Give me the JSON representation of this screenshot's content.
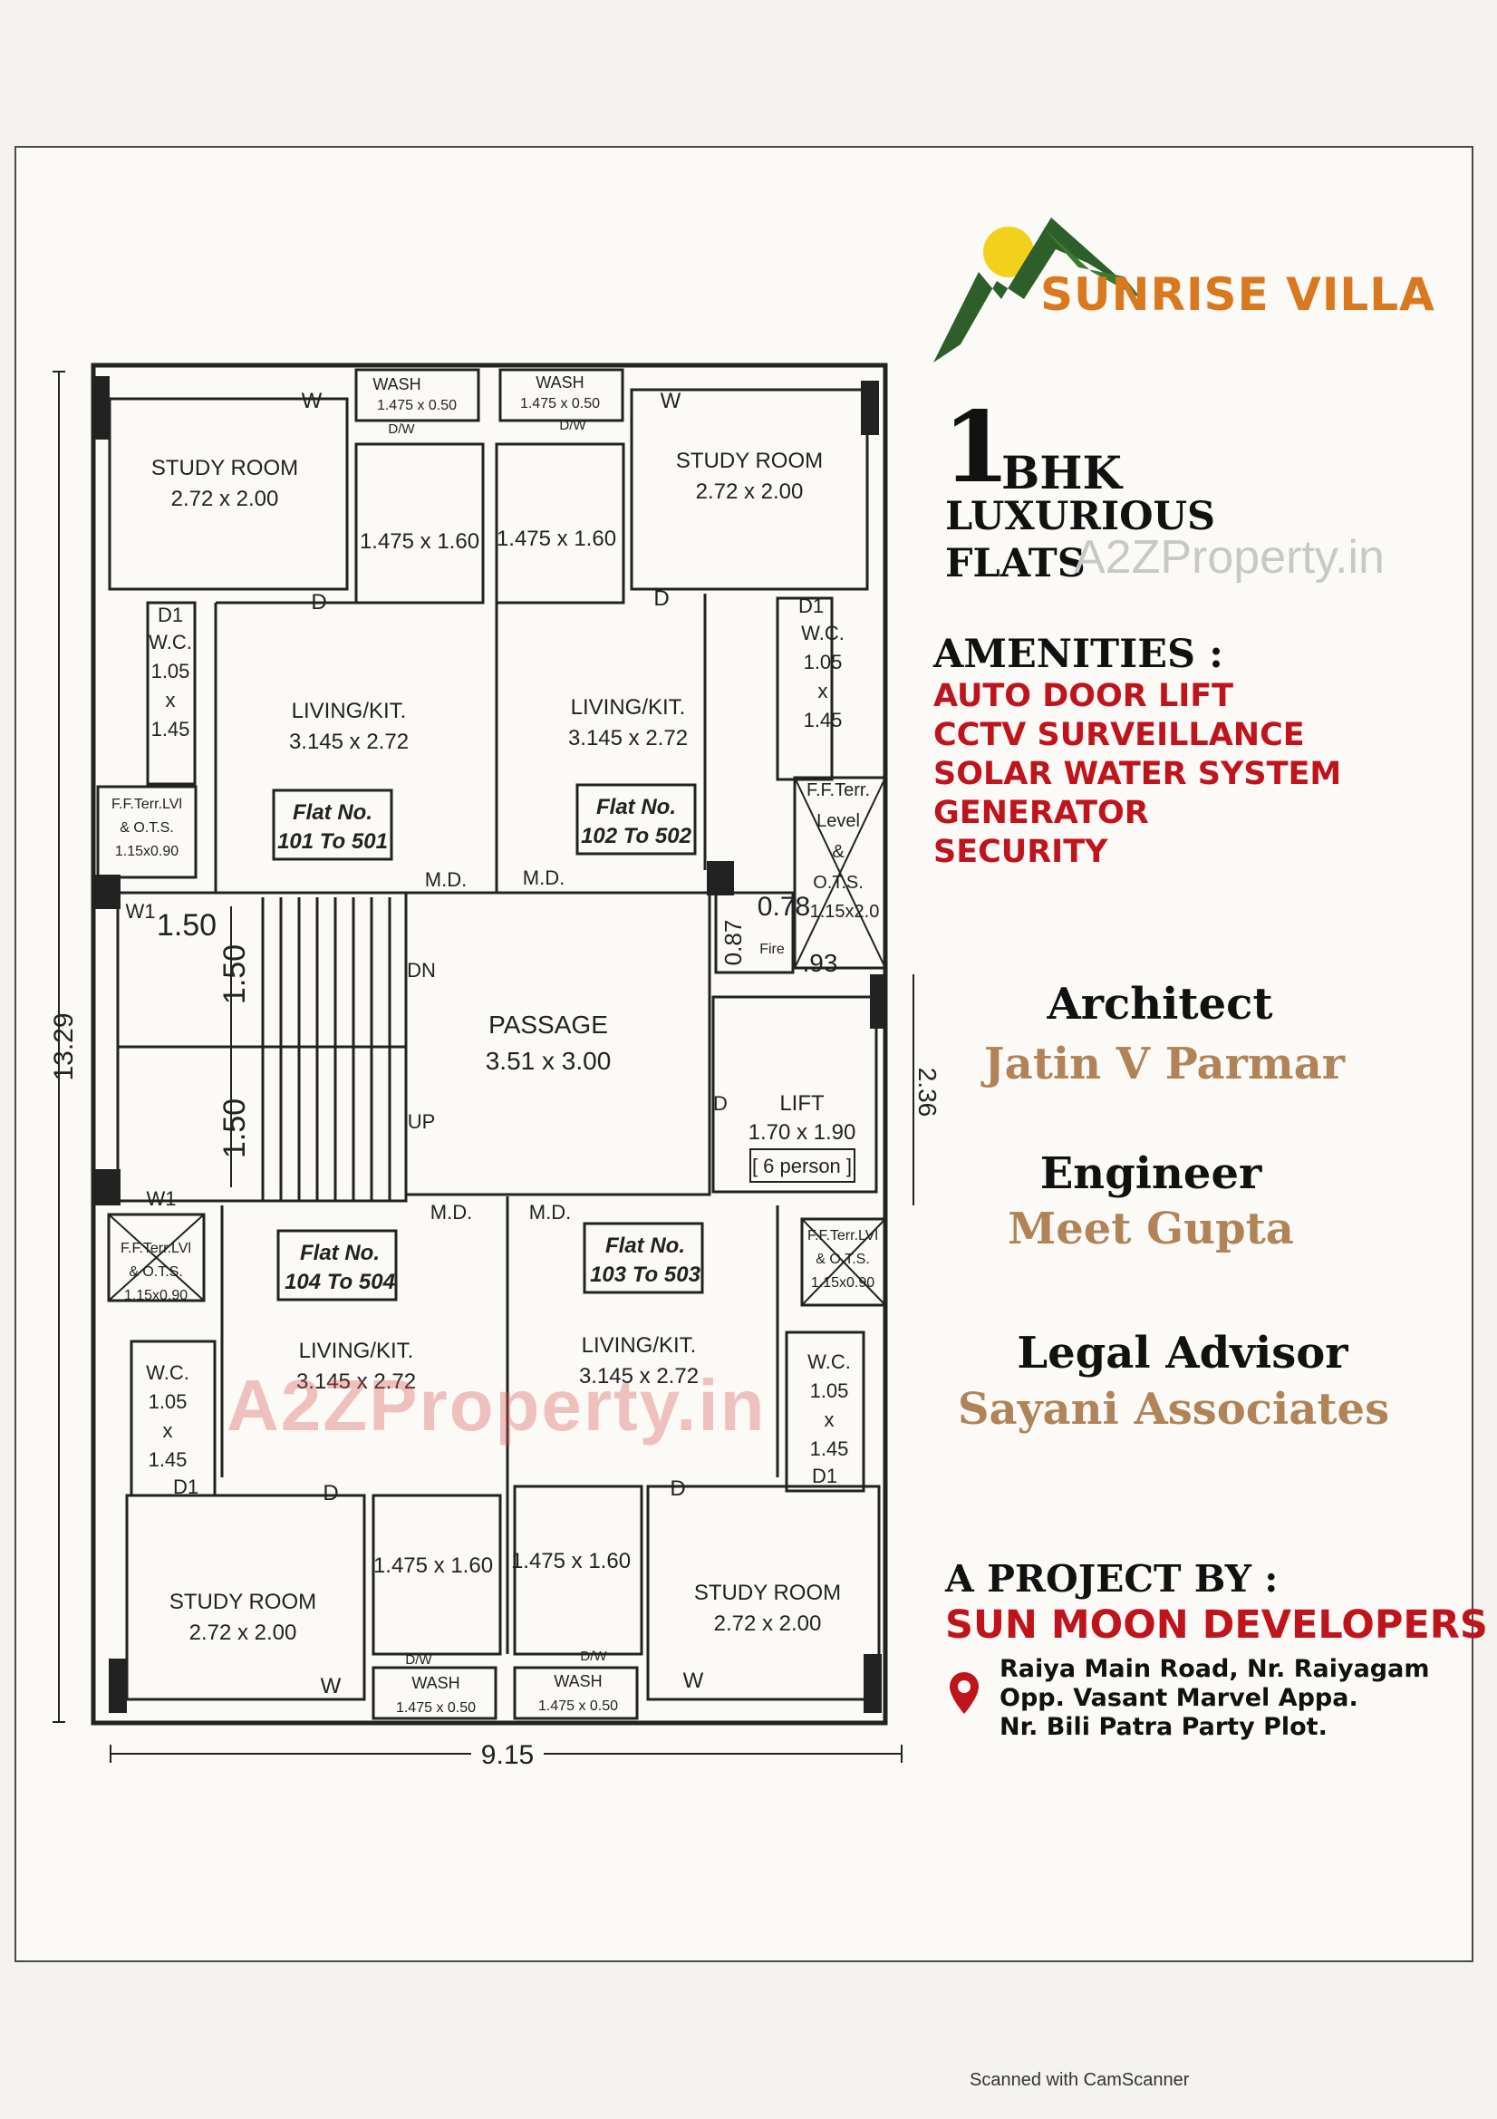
{
  "brand": {
    "name": "SUNRISE VILLA",
    "colors": {
      "logo_orange": "#d9781e",
      "logo_green": "#2e5e2a",
      "sun_yellow": "#f2d11c"
    }
  },
  "title": {
    "number": "1",
    "type": "BHK",
    "line2": "LUXURIOUS",
    "line3": "FLATS"
  },
  "watermark": "A2ZProperty.in",
  "amenities": {
    "heading": "AMENITIES :",
    "items": [
      "AUTO DOOR LIFT",
      "CCTV SURVEILLANCE",
      "SOLAR WATER SYSTEM",
      "GENERATOR",
      "SECURITY"
    ]
  },
  "team": [
    {
      "role": "Architect",
      "name": "Jatin V Parmar"
    },
    {
      "role": "Engineer",
      "name": "Meet Gupta"
    },
    {
      "role": "Legal Advisor",
      "name": "Sayani Associates"
    }
  ],
  "project": {
    "label": "A PROJECT BY :",
    "developer": "SUN MOON DEVELOPERS",
    "address": [
      "Raiya Main Road, Nr. Raiyagam",
      "Opp. Vasant Marvel Appa.",
      "Nr. Bili Patra Party Plot."
    ],
    "icon": "location-pin-icon"
  },
  "footer": "Scanned with CamScanner",
  "plan": {
    "overall_width": "9.15",
    "overall_height": "13.29",
    "lift_dim": "2.36",
    "wash": {
      "label": "WASH",
      "size": "1.475 x 0.50"
    },
    "dw": "D/W",
    "bath": "1.475 x 1.60",
    "study": {
      "label": "STUDY ROOM",
      "size": "2.72 x 2.00"
    },
    "living": {
      "label": "LIVING/KIT.",
      "size": "3.145 x 2.72"
    },
    "wc": {
      "d": "D1",
      "label": "W.C.",
      "w": "1.05",
      "x": "x",
      "h": "1.45"
    },
    "ots": {
      "l1": "F.F.Terr.LVl",
      "l2": "& O.T.S.",
      "l3": "1.15x0.90"
    },
    "ots_right_top": {
      "l1": "F.F.Terr.",
      "l2": "Level",
      "l3": "&",
      "l4": "O.T.S.",
      "l5": "1.15x2.0"
    },
    "flats": {
      "tl": {
        "l1": "Flat No.",
        "l2": "101 To 501"
      },
      "tr": {
        "l1": "Flat No.",
        "l2": "102 To 502"
      },
      "bl": {
        "l1": "Flat No.",
        "l2": "104 To 504"
      },
      "br": {
        "l1": "Flat No.",
        "l2": "103 To 503"
      }
    },
    "passage": {
      "label": "PASSAGE",
      "size": "3.51 x 3.00"
    },
    "lift": {
      "label": "LIFT",
      "size": "1.70 x 1.90",
      "cap": "[ 6 person ]"
    },
    "stair": {
      "dn": "DN",
      "up": "UP",
      "w1": "1.50",
      "w2": "1.50",
      "w3": "1.50"
    },
    "fire": {
      "w": "0.78",
      "h": "0.87",
      "label": "Fire",
      "v": ".93"
    },
    "md": "M.D.",
    "d": "D",
    "w": "W",
    "w1": "W1"
  }
}
